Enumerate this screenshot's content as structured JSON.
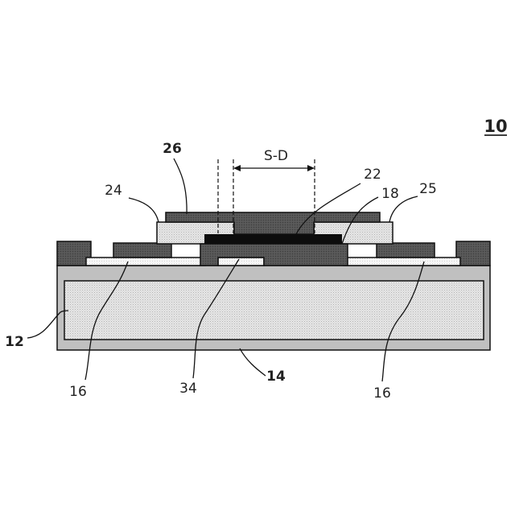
{
  "figure_number": "10",
  "dimension": {
    "label": "S-D"
  },
  "labels": {
    "l26": "26",
    "l24": "24",
    "l22": "22",
    "l18": "18",
    "l25": "25",
    "l12": "12",
    "l14": "14",
    "l16_left": "16",
    "l34": "34",
    "l16_right": "16"
  }
}
